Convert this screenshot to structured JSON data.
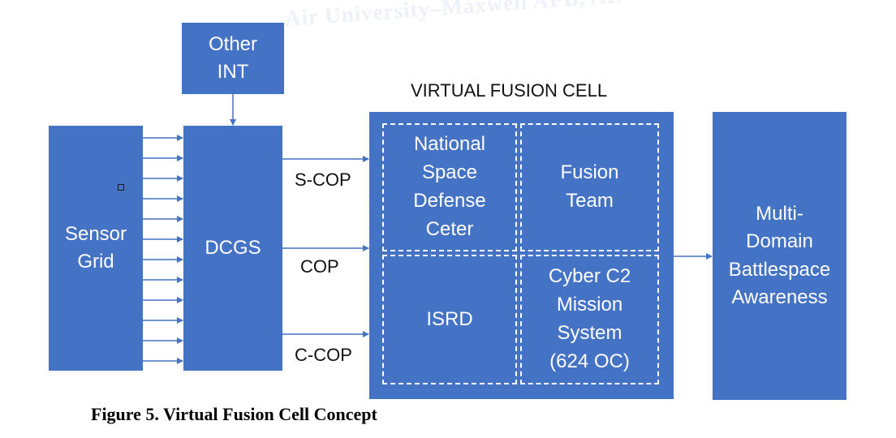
{
  "watermark": "Air University–Maxwell AFB, AL",
  "blocks": {
    "other_int": "Other\nINT",
    "sensor_grid": "Sensor\nGrid",
    "dcgs": "DCGS",
    "mdba": "Multi-\nDomain\nBattlespace\nAwareness"
  },
  "fusion_cell": {
    "title": "VIRTUAL FUSION CELL",
    "cells": {
      "nsdc": "National\nSpace\nDefense\nCeter",
      "fusion_team": "Fusion\nTeam",
      "isrd": "ISRD",
      "cyber": "Cyber C2\nMission\nSystem\n(624 OC)"
    }
  },
  "feeds": {
    "s_cop": "S-COP",
    "cop": "COP",
    "c_cop": "C-COP"
  },
  "caption": "Figure 5. Virtual Fusion Cell Concept",
  "colors": {
    "block_fill": "#4472c4",
    "arrow": "#4472c4",
    "text_on_block": "#ffffff"
  }
}
